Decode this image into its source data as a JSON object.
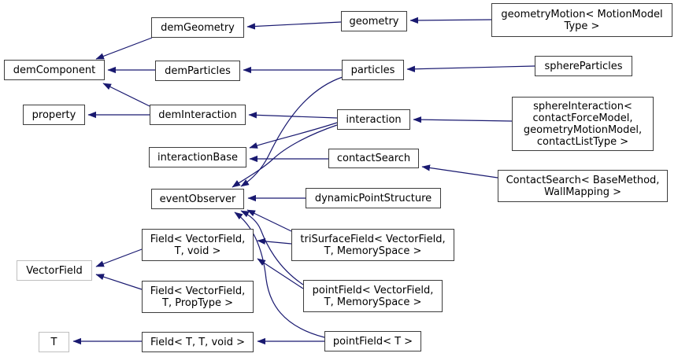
{
  "diagram_type": "doxygen-inheritance-graph",
  "colors": {
    "edge": "#191970",
    "node_border": "#3d3d3d",
    "external_node_border": "#bfbfbf",
    "text": "#000000",
    "background": "#ffffff"
  },
  "nodes": {
    "demGeometry": {
      "label": "demGeometry"
    },
    "demComponent": {
      "label": "demComponent"
    },
    "demParticles": {
      "label": "demParticles"
    },
    "property": {
      "label": "property"
    },
    "demInteraction": {
      "label": "demInteraction"
    },
    "interactionBase": {
      "label": "interactionBase"
    },
    "eventObserver": {
      "label": "eventObserver"
    },
    "geometry": {
      "label": "geometry"
    },
    "particles": {
      "label": "particles"
    },
    "interaction": {
      "label": "interaction"
    },
    "contactSearch": {
      "label": "contactSearch"
    },
    "dynamicPointStructure": {
      "label": "dynamicPointStructure"
    },
    "geometryMotion": {
      "label": "geometryMotion< MotionModel\nType >"
    },
    "sphereParticles": {
      "label": "sphereParticles"
    },
    "sphereInteraction": {
      "label": "sphereInteraction<\ncontactForceModel,\ngeometryMotionModel,\ncontactListType >"
    },
    "contactSearchTemplate": {
      "label": "ContactSearch< BaseMethod,\nWallMapping >"
    },
    "fieldVectorVoid": {
      "label": "Field< VectorField,\nT, void >"
    },
    "fieldVectorPropType": {
      "label": "Field< VectorField,\nT, PropType >"
    },
    "fieldTTVoid": {
      "label": "Field< T, T, void >"
    },
    "vectorField": {
      "label": "VectorField"
    },
    "t": {
      "label": "T"
    },
    "triSurfaceField": {
      "label": "triSurfaceField< VectorField,\nT, MemorySpace >"
    },
    "pointFieldVector": {
      "label": "pointField< VectorField,\nT, MemorySpace >"
    },
    "pointFieldT": {
      "label": "pointField< T >"
    }
  },
  "edges": [
    {
      "from": "demGeometry",
      "to": "demComponent"
    },
    {
      "from": "demParticles",
      "to": "demComponent"
    },
    {
      "from": "demInteraction",
      "to": "demComponent"
    },
    {
      "from": "demInteraction",
      "to": "property"
    },
    {
      "from": "geometry",
      "to": "demGeometry"
    },
    {
      "from": "geometryMotion",
      "to": "geometry"
    },
    {
      "from": "particles",
      "to": "demParticles"
    },
    {
      "from": "sphereParticles",
      "to": "particles"
    },
    {
      "from": "interaction",
      "to": "demInteraction"
    },
    {
      "from": "sphereInteraction",
      "to": "interaction"
    },
    {
      "from": "interaction",
      "to": "interactionBase"
    },
    {
      "from": "contactSearch",
      "to": "interactionBase"
    },
    {
      "from": "contactSearchTemplate",
      "to": "contactSearch"
    },
    {
      "from": "particles",
      "to": "eventObserver"
    },
    {
      "from": "interaction",
      "to": "eventObserver"
    },
    {
      "from": "dynamicPointStructure",
      "to": "eventObserver"
    },
    {
      "from": "triSurfaceField",
      "to": "eventObserver"
    },
    {
      "from": "pointFieldVector",
      "to": "eventObserver"
    },
    {
      "from": "pointFieldT",
      "to": "eventObserver"
    },
    {
      "from": "triSurfaceField",
      "to": "fieldVectorVoid"
    },
    {
      "from": "pointFieldVector",
      "to": "fieldVectorVoid"
    },
    {
      "from": "pointFieldT",
      "to": "fieldTTVoid"
    },
    {
      "from": "fieldVectorVoid",
      "to": "vectorField"
    },
    {
      "from": "fieldVectorPropType",
      "to": "vectorField"
    },
    {
      "from": "fieldTTVoid",
      "to": "t"
    }
  ]
}
